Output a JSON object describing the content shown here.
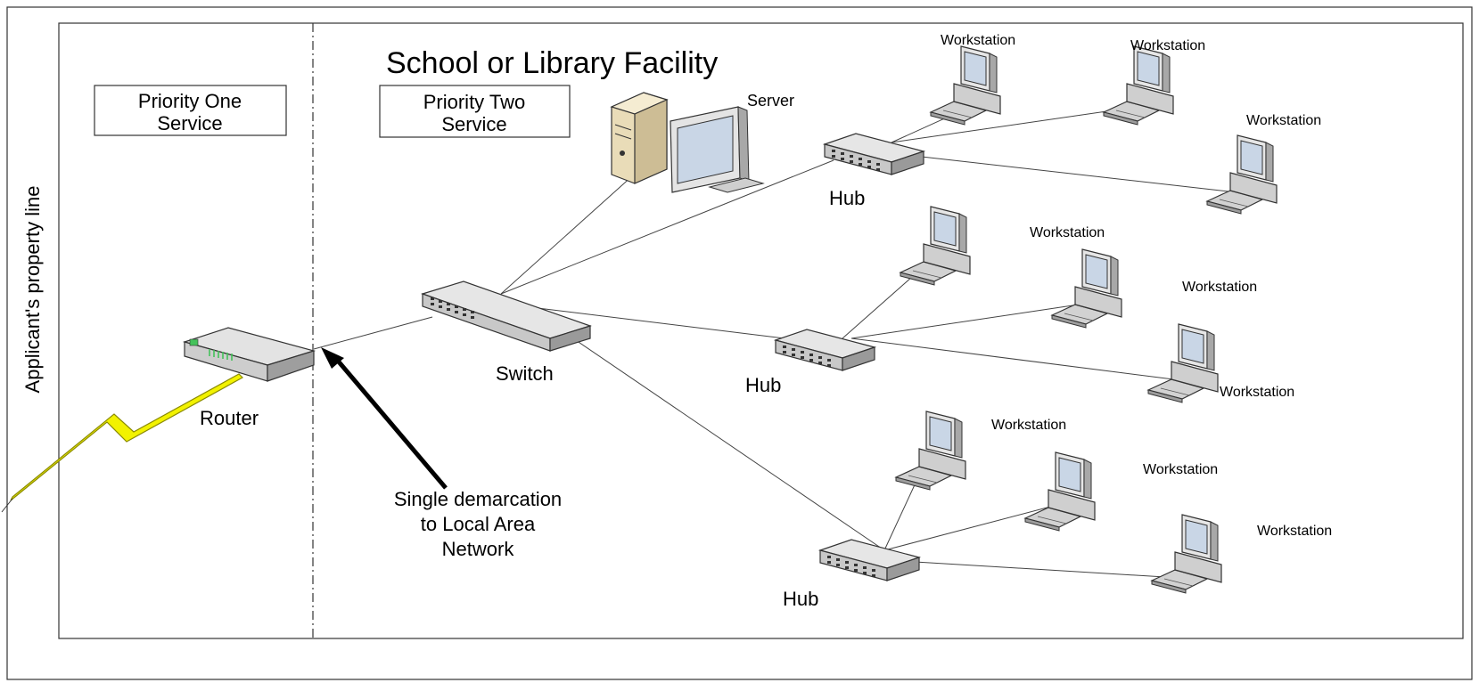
{
  "facility_title": "School or Library Facility",
  "priority_one": {
    "line1": "Priority One",
    "line2": "Service"
  },
  "priority_two": {
    "line1": "Priority Two",
    "line2": "Service"
  },
  "property_line_label": "Applicant's property line",
  "demarcation_note": {
    "line1": "Single demarcation",
    "line2": "to Local Area",
    "line3": "Network"
  },
  "labels": {
    "router": "Router",
    "switch": "Switch",
    "server": "Server",
    "hub": "Hub",
    "workstation": "Workstation"
  },
  "colors": {
    "lightning": "#f2f200",
    "lightning_stroke": "#8a8a00",
    "router_led": "#44c25a",
    "server_beige": "#e9dcb8",
    "monitor_screen": "#c9d6e6",
    "device_grey": "#d7d7d7"
  }
}
